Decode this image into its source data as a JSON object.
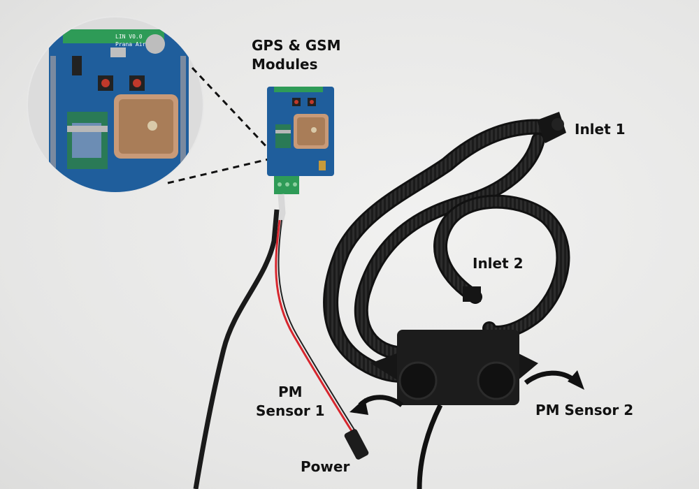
{
  "labels": {
    "gps_gsm": "GPS & GSM\nModules",
    "inlet_1": "Inlet 1",
    "inlet_2": "Inlet 2",
    "pm_sensor_1": "PM\nSensor 1",
    "pm_sensor_2": "PM Sensor 2",
    "power": "Power"
  },
  "board_silkscreen": {
    "line1": "LIN V0.0",
    "line2": "Prana Air"
  },
  "colors": {
    "background": "#e9e9e9",
    "pcb": "#1f5e9c",
    "hose": "#1a1a1a",
    "red_wire": "#d7262e",
    "terminal_green": "#2e9b57",
    "gps_antenna": "#b98a5a",
    "label_text": "#111111"
  }
}
